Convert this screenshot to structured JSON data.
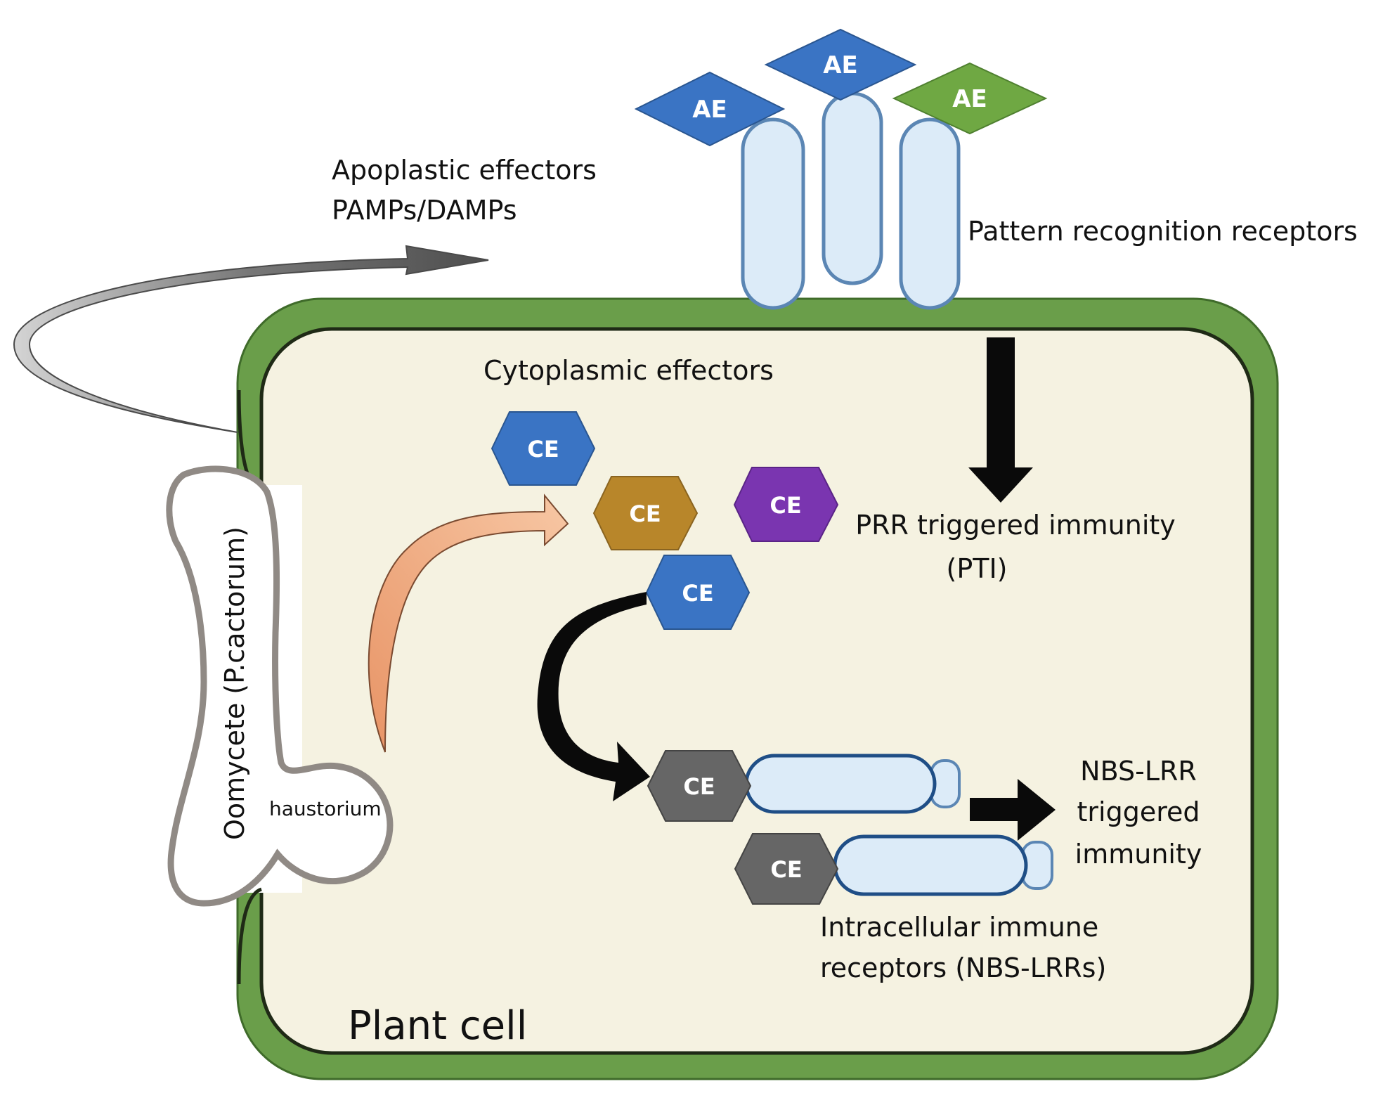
{
  "labels": {
    "apoplastic_effectors": "Apoplastic effectors",
    "pamps_damps": "PAMPs/DAMPs",
    "pattern_recognition": "Pattern recognition receptors",
    "cytoplasmic_effectors": "Cytoplasmic effectors",
    "pti_line1": "PRR triggered immunity",
    "pti_line2": "(PTI)",
    "nbs_line1": "NBS-LRR",
    "nbs_line2": "triggered",
    "nbs_line3": "immunity",
    "intracellular_line1": "Intracellular immune",
    "intracellular_line2": "receptors (NBS-LRRs)",
    "plant_cell": "Plant cell",
    "oomycete": "Oomycete (P.cactorum)",
    "haustorium": "haustorium"
  },
  "apoplastic": [
    {
      "label": "AE",
      "color": "#3a74c4"
    },
    {
      "label": "AE",
      "color": "#3a74c4"
    },
    {
      "label": "AE",
      "color": "#6fa843"
    }
  ],
  "cytoplasmic": [
    {
      "label": "CE",
      "color": "#3a74c4"
    },
    {
      "label": "CE",
      "color": "#b8862a"
    },
    {
      "label": "CE",
      "color": "#7a35b0"
    },
    {
      "label": "CE",
      "color": "#3a74c4"
    }
  ],
  "intracellular": [
    {
      "label": "CE",
      "color": "#666666"
    },
    {
      "label": "CE",
      "color": "#666666"
    }
  ],
  "colors": {
    "cell_wall": "#6a9e4a",
    "cytoplasm": "#f5f2e1",
    "receptor_fill": "#dcebf8",
    "receptor_stroke": "#5b86b4",
    "oomycete_stroke": "#908a85",
    "orange_arrow": "#f1a678"
  }
}
